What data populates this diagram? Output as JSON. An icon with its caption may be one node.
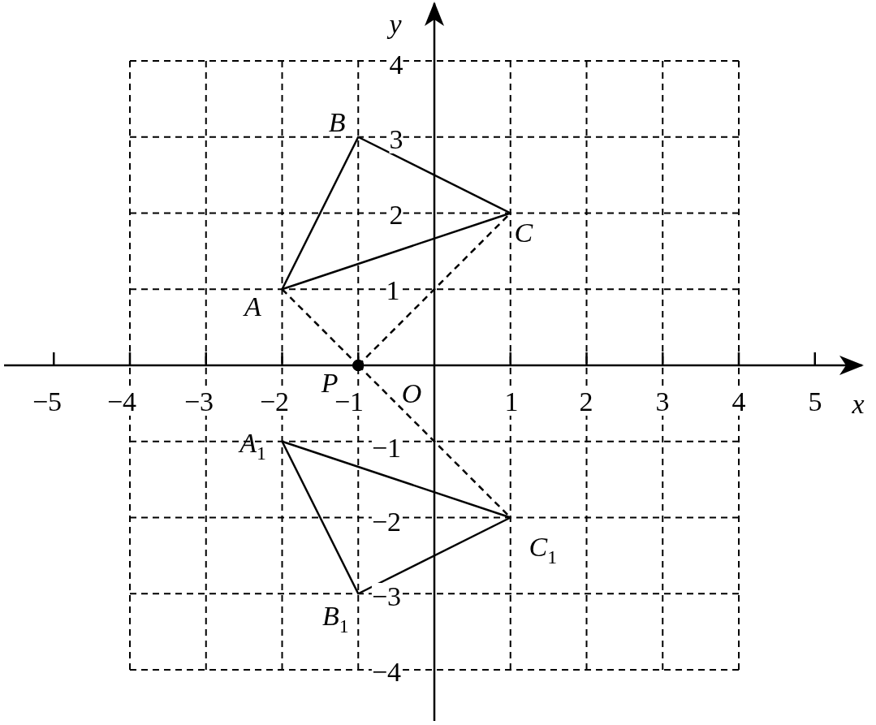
{
  "diagram": {
    "nodes": [
      {
        "text": [
          "A"
        ]
      },
      {
        "text": [
          "B"
        ]
      },
      {
        "text": [
          "C"
        ]
      },
      {
        "text": [
          "P"
        ]
      },
      {
        "text": [
          "A$_{1}$"
        ]
      },
      {
        "text": [
          "B$_{1}$"
        ]
      },
      {
        "text": [
          "C$_{1}$"
        ]
      }
    ],
    "edges": [
      {
        "from": 0,
        "to": 1,
        "arrow": "none"
      },
      {
        "from": 1,
        "to": 2,
        "arrow": "none"
      },
      {
        "from": 2,
        "to": 0,
        "arrow": "none"
      },
      {
        "from": 0,
        "to": 3,
        "arrow": "other",
        "style": "dashed"
      },
      {
        "from": 3,
        "to": 2,
        "arrow": "other",
        "style": "dashed"
      },
      {
        "from": 3,
        "to": 6,
        "arrow": "other",
        "style": "dashed"
      },
      {
        "from": 4,
        "to": 5,
        "arrow": "none"
      },
      {
        "from": 5,
        "to": 6,
        "arrow": "none"
      },
      {
        "from": 6,
        "to": 4,
        "arrow": "none"
      }
    ],
    "labels": [
      "y",
      "4",
      "3",
      "2",
      "1",
      "−5",
      "−4",
      "−3",
      "−2",
      "−1",
      "O",
      "1",
      "2",
      "3",
      "4",
      "5",
      "x",
      "−1",
      "−2",
      "−3",
      "−4"
    ]
  }
}
